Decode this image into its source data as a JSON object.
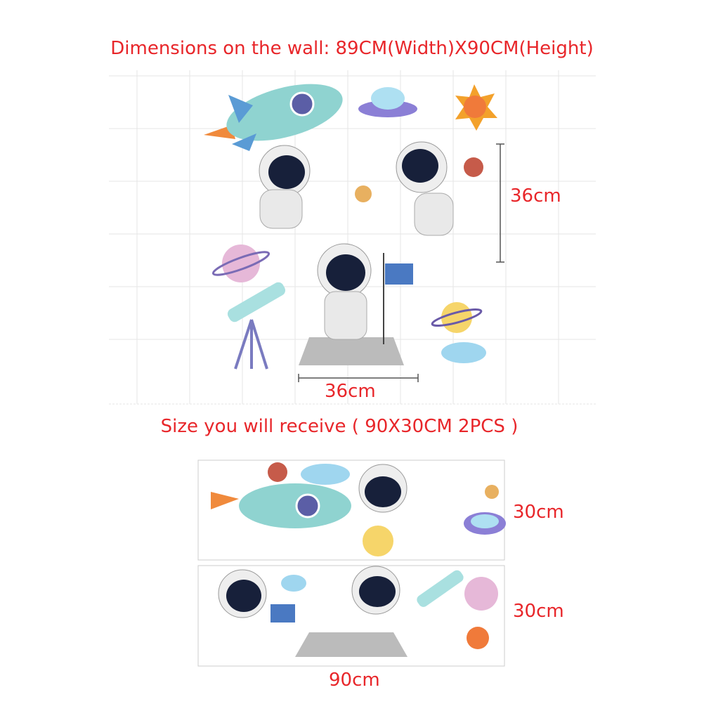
{
  "title": "Dimensions on the wall: 89CM(Width)X90CM(Height)",
  "wall_height_label": "36cm",
  "wall_width_label": "36cm",
  "subtitle": "Size you will receive ( 90X30CM 2PCS )",
  "sheet1_height_label": "30cm",
  "sheet2_height_label": "30cm",
  "sheets_width_label": "90cm",
  "colors": {
    "text": "#e8262a",
    "grid": "#e6e6e6"
  }
}
